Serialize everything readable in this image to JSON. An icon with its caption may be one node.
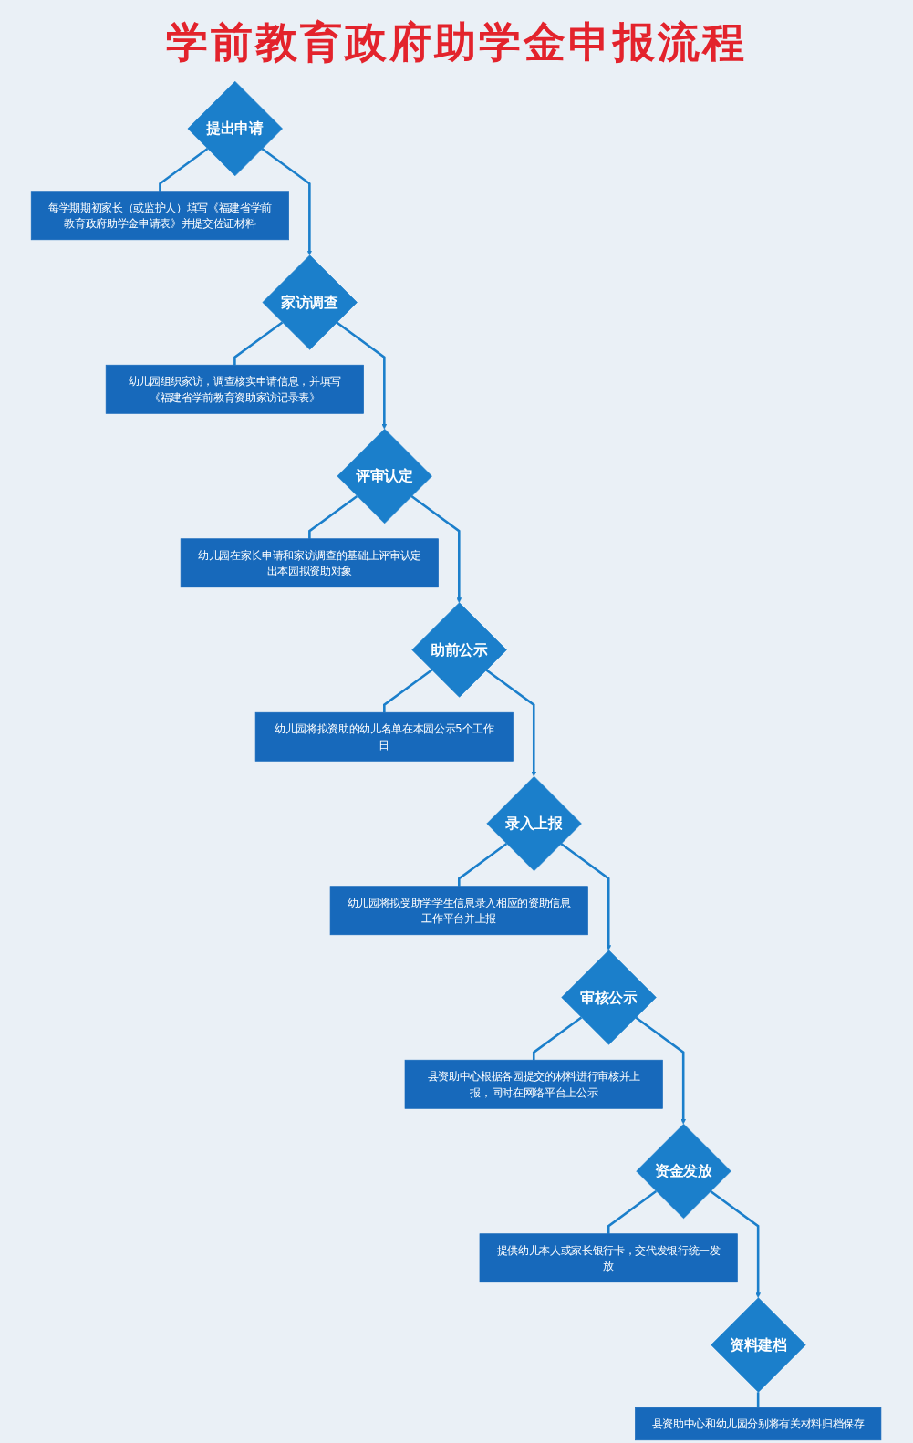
{
  "diagram": {
    "title": "学前教育政府助学金申报流程",
    "nodes": [
      {
        "text": [
          "提出申请"
        ]
      },
      {
        "text": [
          "每学期期初家长（或监护人）填写《福建省学前教育政府助学金申请表》并提交佐证材料"
        ]
      },
      {
        "text": [
          "家访调查"
        ]
      },
      {
        "text": [
          "幼儿园组织家访，调查核实申请信息，并填写《福建省学前教育资助家访记录表》"
        ]
      },
      {
        "text": [
          "评审认定"
        ]
      },
      {
        "text": [
          "幼儿园在家长申请和家访调查的基础上评审认定出本园拟资助对象"
        ]
      },
      {
        "text": [
          "助前公示"
        ]
      },
      {
        "text": [
          "幼儿园将拟资助的幼儿名单在本园公示5个工作日"
        ]
      },
      {
        "text": [
          "录入上报"
        ]
      },
      {
        "text": [
          "幼儿园将拟受助学学生信息录入相应的资助信息工作平台并上报"
        ]
      },
      {
        "text": [
          "审核公示"
        ]
      },
      {
        "text": [
          "县资助中心根据各园提交的材料进行审核并上报，同时在网络平台上公示"
        ]
      },
      {
        "text": [
          "资金发放"
        ]
      },
      {
        "text": [
          "提供幼儿本人或家长银行卡，交代发银行统一发放"
        ]
      },
      {
        "text": [
          "资料建档"
        ]
      },
      {
        "text": [
          "县资助中心和幼儿园分别将有关材料归档保存"
        ]
      }
    ],
    "edges": [
      {
        "from": 0,
        "to": 1,
        "arrow": "none"
      },
      {
        "from": 0,
        "to": 2,
        "arrow": "to"
      },
      {
        "from": 2,
        "to": 3,
        "arrow": "none"
      },
      {
        "from": 2,
        "to": 4,
        "arrow": "to"
      },
      {
        "from": 4,
        "to": 5,
        "arrow": "none"
      },
      {
        "from": 4,
        "to": 6,
        "arrow": "to"
      },
      {
        "from": 6,
        "to": 7,
        "arrow": "none"
      },
      {
        "from": 6,
        "to": 8,
        "arrow": "to"
      },
      {
        "from": 8,
        "to": 9,
        "arrow": "none"
      },
      {
        "from": 8,
        "to": 10,
        "arrow": "to"
      },
      {
        "from": 10,
        "to": 11,
        "arrow": "none"
      },
      {
        "from": 10,
        "to": 12,
        "arrow": "to"
      },
      {
        "from": 12,
        "to": 13,
        "arrow": "none"
      },
      {
        "from": 12,
        "to": 14,
        "arrow": "to"
      },
      {
        "from": 14,
        "to": 15,
        "arrow": "none"
      }
    ]
  }
}
